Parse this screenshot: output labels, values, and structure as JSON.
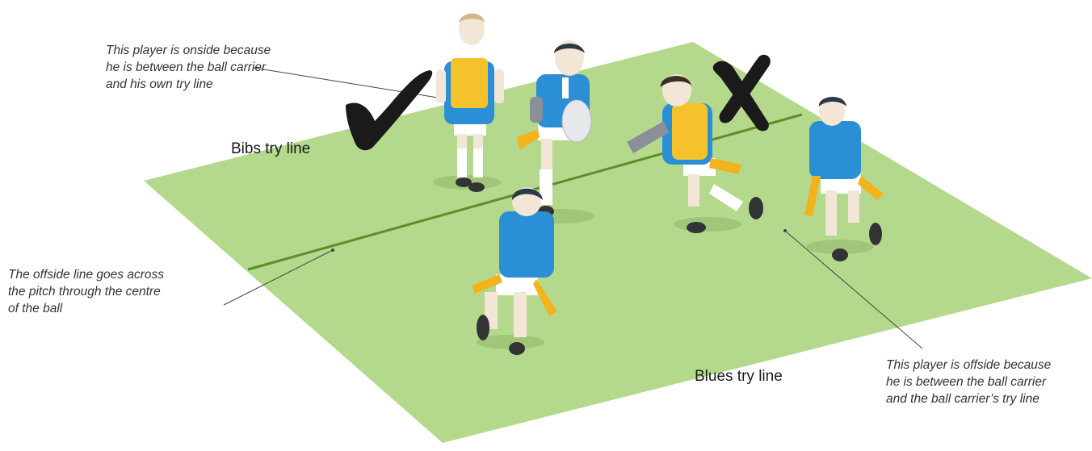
{
  "labels": {
    "bibs_try_line": "Bibs try line",
    "blues_try_line": "Blues try line"
  },
  "annotations": {
    "onside": [
      "This player is onside because",
      "he is between the ball carrier",
      "and his own try line"
    ],
    "offside_line": [
      "The offside line goes across",
      "the pitch through the centre",
      "of the ball"
    ],
    "offside": [
      "This player is offside because",
      "he is between the ball carrier",
      "and the ball carrier’s try line"
    ]
  },
  "markers": {
    "onside": "check-mark",
    "offside": "cross-mark"
  },
  "colors": {
    "pitch": "#b4d98c",
    "offside_line": "#5e8e2a",
    "blue_shirt": "#2b8fd6",
    "bib": "#f5c22b",
    "tag": "#f2b31c",
    "mark": "#1a1a1a"
  }
}
